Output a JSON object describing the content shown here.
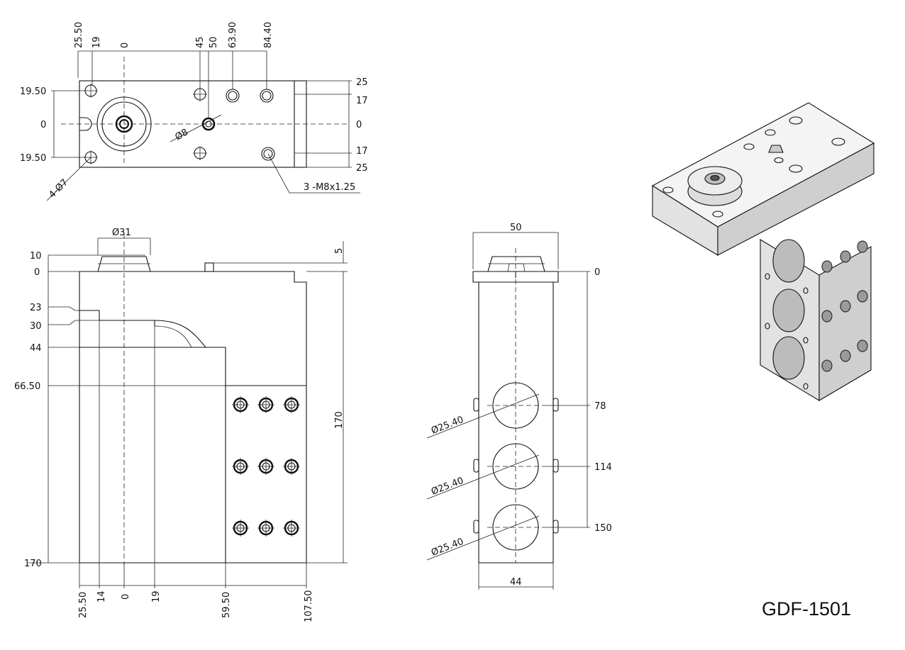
{
  "part_number": "GDF-1501",
  "top_view": {
    "x_dims": [
      "25.50",
      "19",
      "0",
      "45",
      "50",
      "63.90",
      "84.40"
    ],
    "y_left_dims": [
      "19.50",
      "0",
      "19.50"
    ],
    "y_right_dims": [
      "25",
      "17",
      "0",
      "17",
      "25"
    ],
    "hole_callout": "4-Ø7",
    "pin_callout": "Ø8",
    "thread_callout": "3 -M8x1.25"
  },
  "front_view": {
    "boss_diameter": "Ø31",
    "y_left_dims": [
      "10",
      "0",
      "23",
      "30",
      "44",
      "66.50",
      "170"
    ],
    "right_small_dim": "5",
    "height_dim": "170",
    "x_bottom_dims": [
      "25.50",
      "14",
      "0",
      "19",
      "59.50",
      "107.50"
    ]
  },
  "side_view": {
    "width_top": "50",
    "width_bottom": "44",
    "y_right_dims": [
      "0",
      "78",
      "114",
      "150"
    ],
    "bore_callouts": [
      "Ø25.40",
      "Ø25.40",
      "Ø25.40"
    ]
  }
}
